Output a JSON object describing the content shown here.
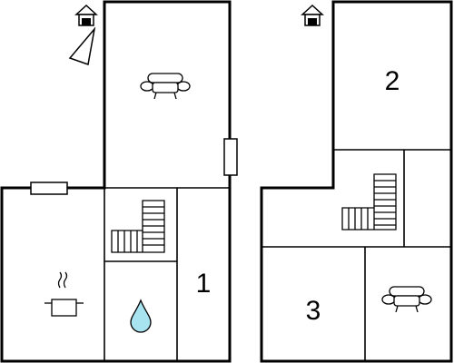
{
  "plans": [
    {
      "name": "ground-floor",
      "rooms": [
        {
          "name": "living-room",
          "icon": "sofa-icon"
        },
        {
          "name": "stairs-area",
          "icon": "stairs-icon"
        },
        {
          "name": "kitchen",
          "icon": "cooking-pot-icon"
        },
        {
          "name": "bathroom",
          "icon": "water-drop-icon"
        },
        {
          "name": "bedroom-1",
          "label": "1"
        }
      ],
      "markers": [
        "house-entrance-icon",
        "compass-north-icon"
      ]
    },
    {
      "name": "upper-floor",
      "rooms": [
        {
          "name": "bedroom-2",
          "label": "2"
        },
        {
          "name": "stairs-area",
          "icon": "stairs-icon"
        },
        {
          "name": "bedroom-3",
          "label": "3"
        },
        {
          "name": "lounge",
          "icon": "sofa-icon"
        }
      ],
      "markers": [
        "house-entrance-icon"
      ]
    }
  ],
  "colors": {
    "walls": "#000000",
    "water_drop": "#a8e4f0",
    "background": "#ffffff"
  }
}
